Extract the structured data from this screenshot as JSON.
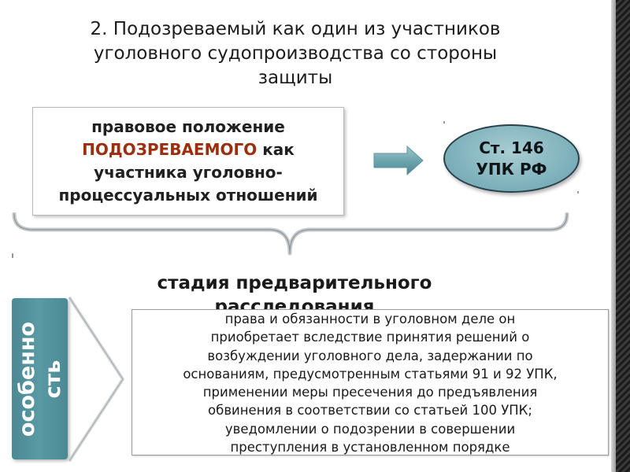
{
  "title": {
    "line1": "2. Подозреваемый как один из участников",
    "line2": "уголовного судопроизводства со стороны",
    "line3": "защиты"
  },
  "main_box": {
    "line1": "правовое положение",
    "accent": "ПОДОЗРЕВАЕМОГО",
    "line2_rest": " как",
    "line3": "участника уголовно-",
    "line4": "процессуальных отношений",
    "accent_color": "#9c2d0d"
  },
  "article": {
    "line1": "Ст. 146",
    "line2": "УПК РФ"
  },
  "stage": {
    "line1": "стадия предварительного",
    "line2": "расследования"
  },
  "feature_tab": {
    "line1": "особенно",
    "line2": "сть"
  },
  "rights": {
    "lines": [
      "права и обязанности в уголовном деле он",
      "приобретает вследствие принятия решений о",
      "возбуждении уголовного дела, задержании по",
      "основаниям, предусмотренным статьями 91 и 92 УПК,",
      "применении меры пресечения до предъявления",
      "обвинения в соответствии со статьей 100 УПК;",
      "уведомлении о подозрении в совершении",
      "преступления в установленном порядке"
    ]
  },
  "colors": {
    "teal": "#5a9aa4",
    "oval": "#7aaeb9",
    "accent": "#9c2d0d"
  },
  "icons": {
    "arrow": "right-arrow-icon",
    "brace": "curly-brace",
    "chevron": "chevron-right-icon"
  }
}
